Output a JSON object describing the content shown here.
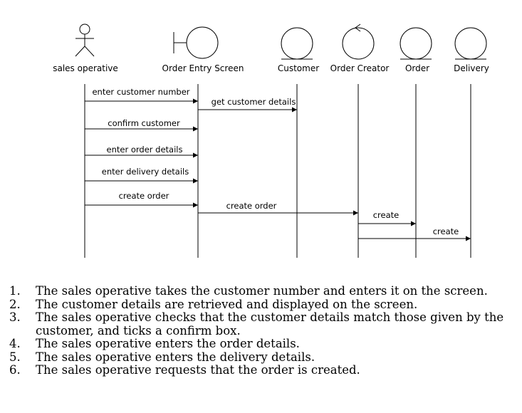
{
  "lifelines": [
    {
      "id": "sales-operative",
      "label": "sales operative",
      "kind": "actor"
    },
    {
      "id": "order-entry-screen",
      "label": "Order Entry Screen",
      "kind": "boundary"
    },
    {
      "id": "customer",
      "label": "Customer",
      "kind": "entity"
    },
    {
      "id": "order-creator",
      "label": "Order Creator",
      "kind": "control"
    },
    {
      "id": "order",
      "label": "Order",
      "kind": "entity"
    },
    {
      "id": "delivery",
      "label": "Delivery",
      "kind": "entity"
    }
  ],
  "messages": [
    {
      "label": "enter customer number",
      "from": "sales-operative",
      "to": "order-entry-screen"
    },
    {
      "label": "get customer details",
      "from": "order-entry-screen",
      "to": "customer"
    },
    {
      "label": "confirm customer",
      "from": "sales-operative",
      "to": "order-entry-screen"
    },
    {
      "label": "enter order details",
      "from": "sales-operative",
      "to": "order-entry-screen"
    },
    {
      "label": "enter delivery details",
      "from": "sales-operative",
      "to": "order-entry-screen"
    },
    {
      "label": "create order",
      "from": "sales-operative",
      "to": "order-entry-screen"
    },
    {
      "label": "create order",
      "from": "order-entry-screen",
      "to": "order-creator"
    },
    {
      "label": "create",
      "from": "order-creator",
      "to": "order"
    },
    {
      "label": "create",
      "from": "order-creator",
      "to": "delivery"
    }
  ],
  "steps": [
    {
      "num": "1.",
      "lines": [
        "The sales operative takes the customer number and enters it on the screen."
      ]
    },
    {
      "num": "2.",
      "lines": [
        "The customer details are retrieved and displayed on the screen."
      ]
    },
    {
      "num": "3.",
      "lines": [
        "The sales operative checks that the customer details match those given by the",
        "customer, and ticks a confirm box."
      ]
    },
    {
      "num": "4.",
      "lines": [
        "The sales operative enters the order details."
      ]
    },
    {
      "num": "5.",
      "lines": [
        "The sales operative enters the delivery details."
      ]
    },
    {
      "num": "6.",
      "lines": [
        "The sales operative requests that the order is created."
      ]
    }
  ]
}
